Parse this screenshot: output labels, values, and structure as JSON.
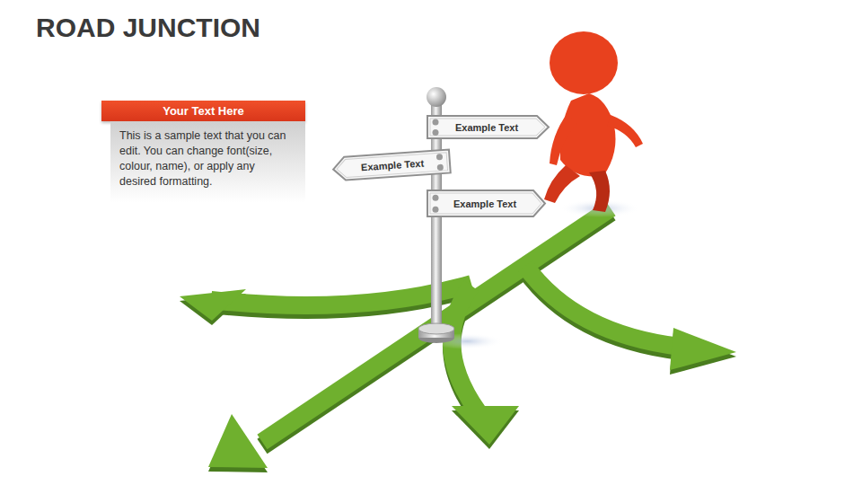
{
  "diagram": {
    "title": "ROAD JUNCTION",
    "nodes": [
      {
        "text": [
          "Your Text Here",
          "This is a sample text that you can edit. You can change font(size, colour, name), or apply any desired formatting."
        ]
      },
      {
        "text": [
          "Example Text"
        ]
      },
      {
        "text": [
          "Example Text"
        ]
      },
      {
        "text": [
          "Example Text"
        ]
      }
    ]
  }
}
